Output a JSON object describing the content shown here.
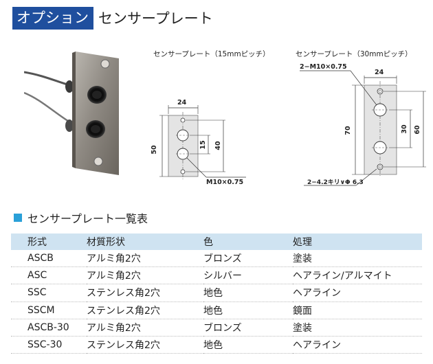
{
  "header": {
    "badge": "オプション",
    "title": "センサープレート"
  },
  "drawings": {
    "plate15": {
      "caption": "センサープレート（15mmピッチ）",
      "dim_width": "24",
      "dim_height": "50",
      "dim_pitch": "15",
      "dim_span": "40",
      "screw_label": "M10×0.75"
    },
    "plate30": {
      "caption": "センサープレート（30mmピッチ）",
      "screw_label": "2−M10×0.75",
      "dim_width": "24",
      "dim_height": "70",
      "dim_pitch": "30",
      "dim_span": "60",
      "hole_label": "2−4.2キリ∨Φ 6.3"
    }
  },
  "section": {
    "title": "センサープレート一覧表"
  },
  "table": {
    "headers": [
      "形式",
      "材質形状",
      "色",
      "処理"
    ],
    "rows": [
      [
        "ASCB",
        "アルミ角2穴",
        "ブロンズ",
        "塗装"
      ],
      [
        "ASC",
        "アルミ角2穴",
        "シルバー",
        "ヘアライン/アルマイト"
      ],
      [
        "SSC",
        "ステンレス角2穴",
        "地色",
        "ヘアライン"
      ],
      [
        "SSCM",
        "ステンレス角2穴",
        "地色",
        "鏡面"
      ],
      [
        "ASCB-30",
        "アルミ角2穴",
        "ブロンズ",
        "塗装"
      ],
      [
        "SSC-30",
        "ステンレス角2穴",
        "地色",
        "ヘアライン"
      ]
    ]
  }
}
